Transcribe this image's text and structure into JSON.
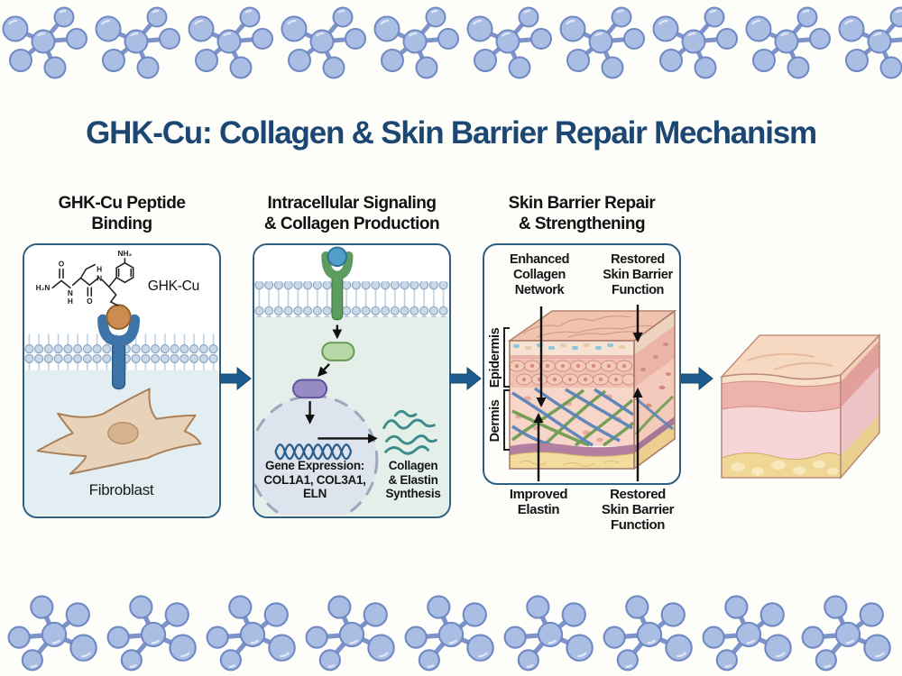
{
  "title": "GHK-Cu: Collagen & Skin Barrier Repair Mechanism",
  "panel1": {
    "heading1": "GHK-Cu Peptide",
    "heading2": "Binding",
    "peptide_label": "GHK-Cu",
    "chem": {
      "h2n": "H₂N",
      "o_top": "O",
      "n1": "N",
      "h1": "H",
      "h2": "H",
      "n2": "N",
      "o_bottom": "O",
      "nh2": "NH₂"
    },
    "cell_label": "Fibroblast"
  },
  "panel2": {
    "heading1": "Intracellular Signaling",
    "heading2": "& Collagen Production",
    "gene1": "Gene Expression:",
    "gene2": "COL1A1, COL3A1,",
    "gene3": "ELN",
    "synth1": "Collagen",
    "synth2": "& Elastin",
    "synth3": "Synthesis"
  },
  "panel3": {
    "heading1": "Skin Barrier Repair",
    "heading2": "& Strengthening",
    "enhanced1": "Enhanced",
    "enhanced2": "Collagen",
    "enhanced3": "Network",
    "restored_top1": "Restored",
    "restored_top2": "Skin Barrier",
    "restored_top3": "Function",
    "epidermis": "Epidermis",
    "dermis": "Dermis",
    "improved1": "Improved",
    "improved2": "Elastin",
    "restored_bottom1": "Restored",
    "restored_bottom2": "Skin Barrier",
    "restored_bottom3": "Function"
  },
  "colors": {
    "title": "#1d4773",
    "panel_border": "#2e5f80",
    "flow_arrow": "#1e5c90",
    "molecule_blue": "#aabde3",
    "copper_ion": "#cb8c50",
    "receptor_binding_blue": "#3f74a8",
    "receptor_signaling_green": "#5d9c60",
    "ligand_ball_blue": "#4f9fc8",
    "signal_pill_green": "#b7d8a6",
    "signal_pill_purple": "#968bc3",
    "nucleus_fill": "#dde4ed",
    "dna_blue": "#2a5f8e",
    "collagen_teal": "#3e8c89",
    "fibroblast_tan": "#e9d2ba",
    "dermis_fiber_green": "#6f9c52",
    "dermis_fiber_blue": "#5b84bb",
    "mauve_band": "#b2809e",
    "fat_yellow": "#f1d795"
  },
  "icons": {
    "molecule-icon": "ball-and-stick molecule",
    "receptor-icon": "Y-shaped membrane receptor",
    "copper-ion-icon": "copper ion ball",
    "dna-icon": "double-helix wave",
    "fibroblast-icon": "star-shaped cell",
    "flow-arrow-icon": "solid right arrow"
  }
}
